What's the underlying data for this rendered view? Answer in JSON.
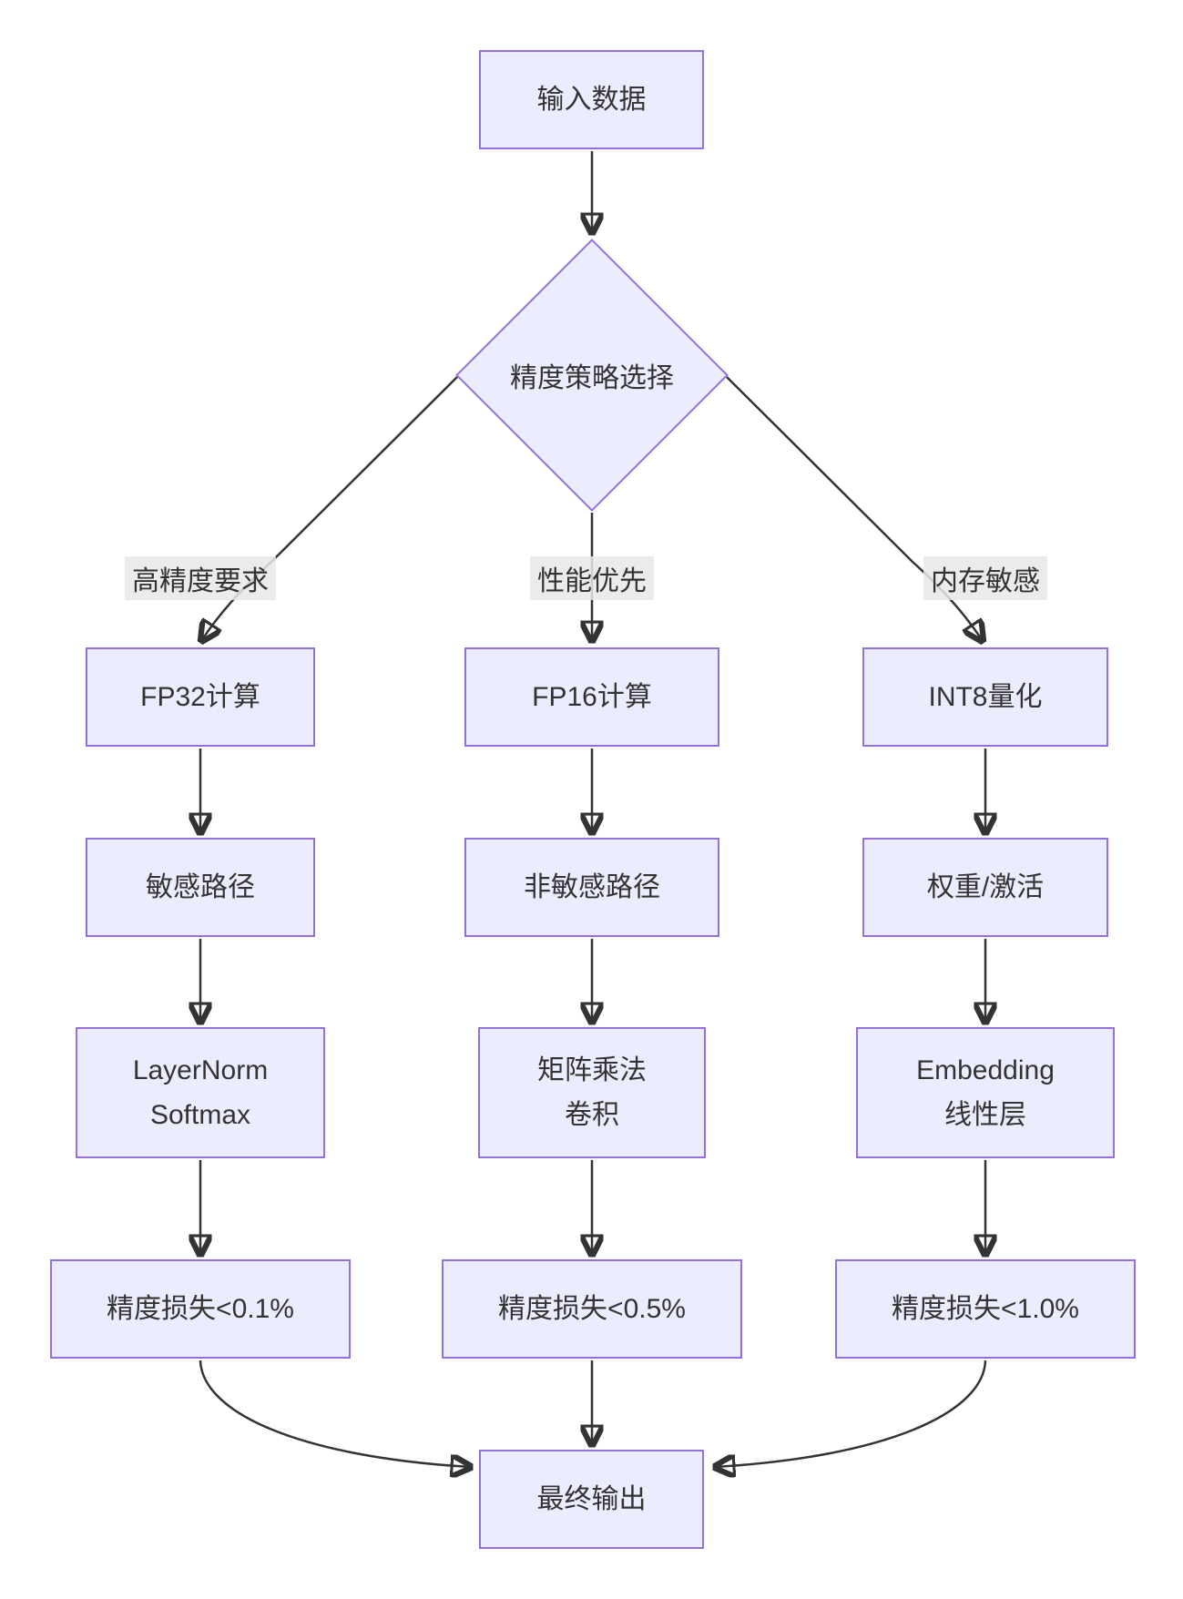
{
  "diagram": {
    "type": "flowchart",
    "direction": "top-down",
    "palette": {
      "node_fill": "#ECECFF",
      "node_border": "#9370DB",
      "edge_color": "#333333",
      "edge_label_bg": "#E8E8E8",
      "text_color": "#333333",
      "background": "#FFFFFF"
    }
  },
  "flow": {
    "start": "输入数据",
    "decision": "精度策略选择",
    "end": "最终输出",
    "branches": [
      {
        "condition": "高精度要求",
        "steps": [
          {
            "lines": [
              "FP32计算"
            ]
          },
          {
            "lines": [
              "敏感路径"
            ]
          },
          {
            "lines": [
              "LayerNorm",
              "Softmax"
            ]
          },
          {
            "lines": [
              "精度损失<0.1%"
            ]
          }
        ]
      },
      {
        "condition": "性能优先",
        "steps": [
          {
            "lines": [
              "FP16计算"
            ]
          },
          {
            "lines": [
              "非敏感路径"
            ]
          },
          {
            "lines": [
              "矩阵乘法",
              "卷积"
            ]
          },
          {
            "lines": [
              "精度损失<0.5%"
            ]
          }
        ]
      },
      {
        "condition": "内存敏感",
        "steps": [
          {
            "lines": [
              "INT8量化"
            ]
          },
          {
            "lines": [
              "权重/激活"
            ]
          },
          {
            "lines": [
              "Embedding",
              "线性层"
            ]
          },
          {
            "lines": [
              "精度损失<1.0%"
            ]
          }
        ]
      }
    ]
  }
}
